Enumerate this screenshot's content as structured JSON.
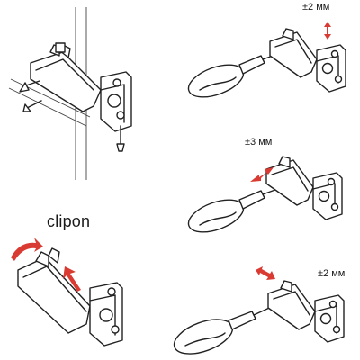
{
  "labels": {
    "clipon": "clipon",
    "adjust_depth": "±2 мм",
    "adjust_side": "±3 мм",
    "adjust_height": "±2 мм"
  },
  "colors": {
    "arrow": "#d93a32",
    "line": "#222222",
    "background": "#ffffff"
  },
  "icons": [
    "screw-icon",
    "screwdriver-icon",
    "hinge-icon",
    "adjust-arrow-icon"
  ]
}
